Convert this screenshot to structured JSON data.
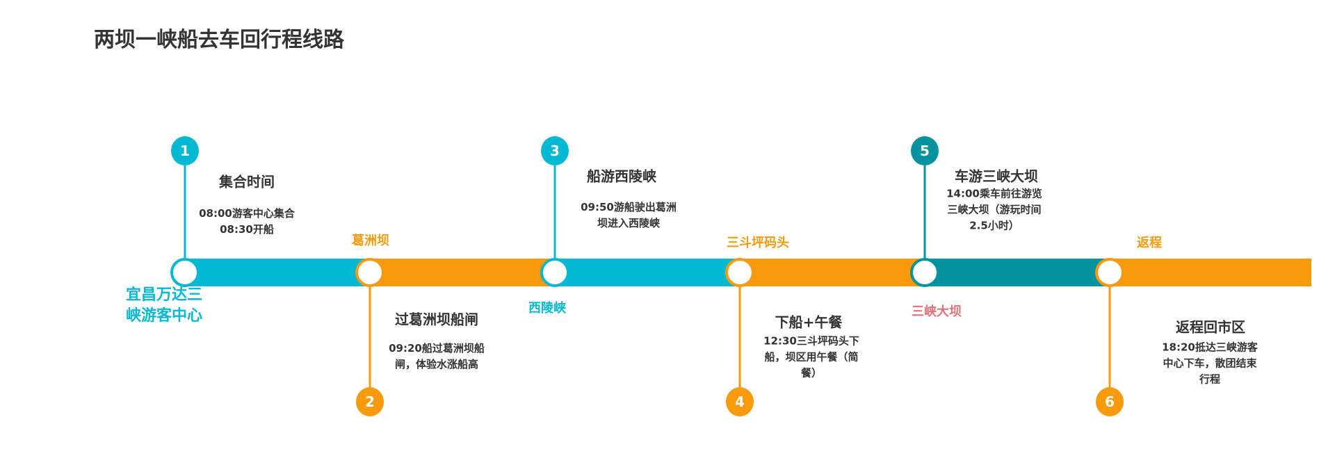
{
  "title": "两坝一峡船去车回行程线路",
  "colors": {
    "cyan": "#04b9d3",
    "orange": "#f89a0c",
    "teal": "#05939f",
    "red": "#e0727c"
  },
  "places": {
    "start": [
      "宜昌万达三",
      "峡游客中心"
    ],
    "gezhouba": "葛洲坝",
    "xilingxia": "西陵峡",
    "sandouping": "三斗坪码头",
    "sanxiadaba": "三峡大坝",
    "fancheng": "返程"
  },
  "steps": [
    {
      "num": "1",
      "title": "集合时间",
      "desc": [
        "08:00游客中心集合",
        "08:30开船"
      ]
    },
    {
      "num": "2",
      "title": "过葛洲坝船闸",
      "desc": [
        "09:20船过葛洲坝船",
        "闸，体验水涨船高"
      ]
    },
    {
      "num": "3",
      "title": "船游西陵峡",
      "desc": [
        "09:50游船驶出葛洲",
        "坝进入西陵峡"
      ]
    },
    {
      "num": "4",
      "title": "下船+午餐",
      "desc": [
        "12:30三斗坪码头下",
        "船，坝区用午餐（简",
        "餐）"
      ]
    },
    {
      "num": "5",
      "title": "车游三峡大坝",
      "desc": [
        "14:00乘车前往游览",
        "三峡大坝（游玩时间",
        "2.5小时）"
      ]
    },
    {
      "num": "6",
      "title": "返程回市区",
      "desc": [
        "18:20抵达三峡游客",
        "中心下车，散团结束",
        "行程"
      ]
    }
  ]
}
